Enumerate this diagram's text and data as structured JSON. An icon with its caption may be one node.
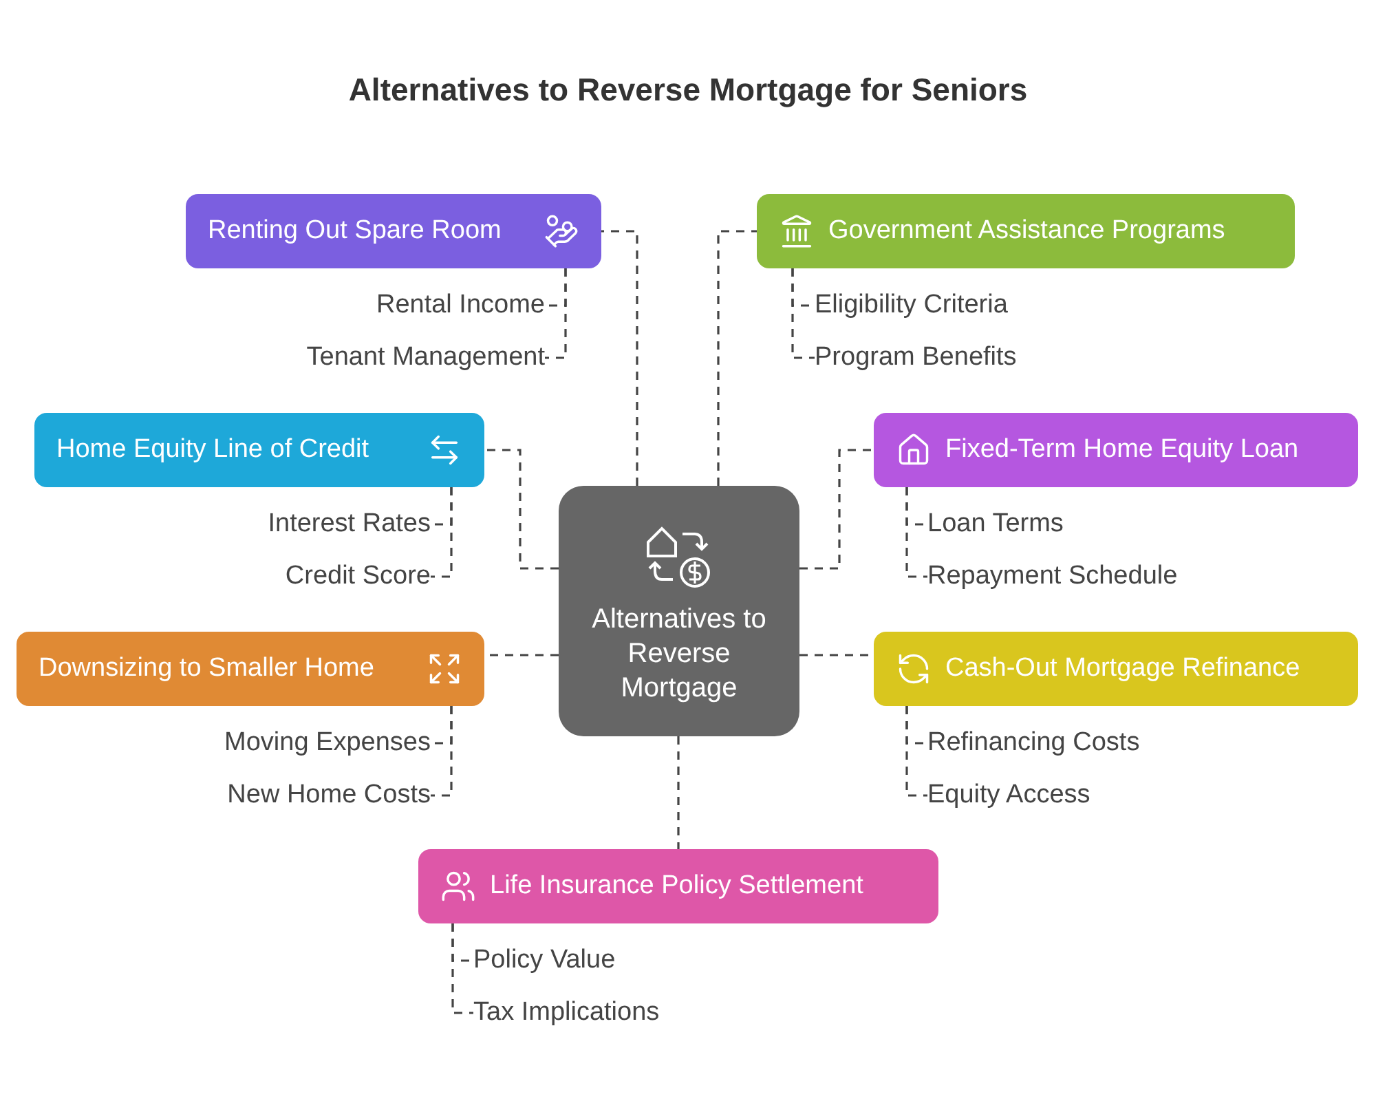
{
  "diagram": {
    "title": "Alternatives to Reverse Mortgage for Seniors",
    "nodes": [
      {
        "text": [
          "Alternatives to Reverse Mortgage"
        ]
      },
      {
        "text": [
          "Renting Out Spare Room"
        ]
      },
      {
        "text": [
          "Rental Income"
        ]
      },
      {
        "text": [
          "Tenant Management"
        ]
      },
      {
        "text": [
          "Government Assistance Programs"
        ]
      },
      {
        "text": [
          "Eligibility Criteria"
        ]
      },
      {
        "text": [
          "Program Benefits"
        ]
      },
      {
        "text": [
          "Home Equity Line of Credit"
        ]
      },
      {
        "text": [
          "Interest Rates"
        ]
      },
      {
        "text": [
          "Credit Score"
        ]
      },
      {
        "text": [
          "Fixed-Term Home Equity Loan"
        ]
      },
      {
        "text": [
          "Loan Terms"
        ]
      },
      {
        "text": [
          "Repayment Schedule"
        ]
      },
      {
        "text": [
          "Downsizing to Smaller Home"
        ]
      },
      {
        "text": [
          "Moving Expenses"
        ]
      },
      {
        "text": [
          "New Home Costs"
        ]
      },
      {
        "text": [
          "Cash-Out Mortgage Refinance"
        ]
      },
      {
        "text": [
          "Refinancing Costs"
        ]
      },
      {
        "text": [
          "Equity Access"
        ]
      },
      {
        "text": [
          "Life Insurance Policy Settlement"
        ]
      },
      {
        "text": [
          "Policy Value"
        ]
      },
      {
        "text": [
          "Tax Implications"
        ]
      }
    ],
    "edges": [
      {
        "from": 0,
        "to": 1,
        "arrow": "none",
        "style": "dashed"
      },
      {
        "from": 1,
        "to": 2,
        "arrow": "none",
        "style": "dashed"
      },
      {
        "from": 1,
        "to": 3,
        "arrow": "none",
        "style": "dashed"
      },
      {
        "from": 0,
        "to": 4,
        "arrow": "none",
        "style": "dashed"
      },
      {
        "from": 4,
        "to": 5,
        "arrow": "none",
        "style": "dashed"
      },
      {
        "from": 4,
        "to": 6,
        "arrow": "none",
        "style": "dashed"
      },
      {
        "from": 0,
        "to": 7,
        "arrow": "none",
        "style": "dashed"
      },
      {
        "from": 7,
        "to": 8,
        "arrow": "none",
        "style": "dashed"
      },
      {
        "from": 7,
        "to": 9,
        "arrow": "none",
        "style": "dashed"
      },
      {
        "from": 0,
        "to": 10,
        "arrow": "none",
        "style": "dashed"
      },
      {
        "from": 10,
        "to": 11,
        "arrow": "none",
        "style": "dashed"
      },
      {
        "from": 10,
        "to": 12,
        "arrow": "none",
        "style": "dashed"
      },
      {
        "from": 0,
        "to": 13,
        "arrow": "none",
        "style": "dashed"
      },
      {
        "from": 13,
        "to": 14,
        "arrow": "none",
        "style": "dashed"
      },
      {
        "from": 13,
        "to": 15,
        "arrow": "none",
        "style": "dashed"
      },
      {
        "from": 0,
        "to": 16,
        "arrow": "none",
        "style": "dashed"
      },
      {
        "from": 16,
        "to": 17,
        "arrow": "none",
        "style": "dashed"
      },
      {
        "from": 16,
        "to": 18,
        "arrow": "none",
        "style": "dashed"
      },
      {
        "from": 0,
        "to": 19,
        "arrow": "none",
        "style": "dashed"
      },
      {
        "from": 19,
        "to": 20,
        "arrow": "none",
        "style": "dashed"
      },
      {
        "from": 19,
        "to": 21,
        "arrow": "none",
        "style": "dashed"
      }
    ]
  }
}
